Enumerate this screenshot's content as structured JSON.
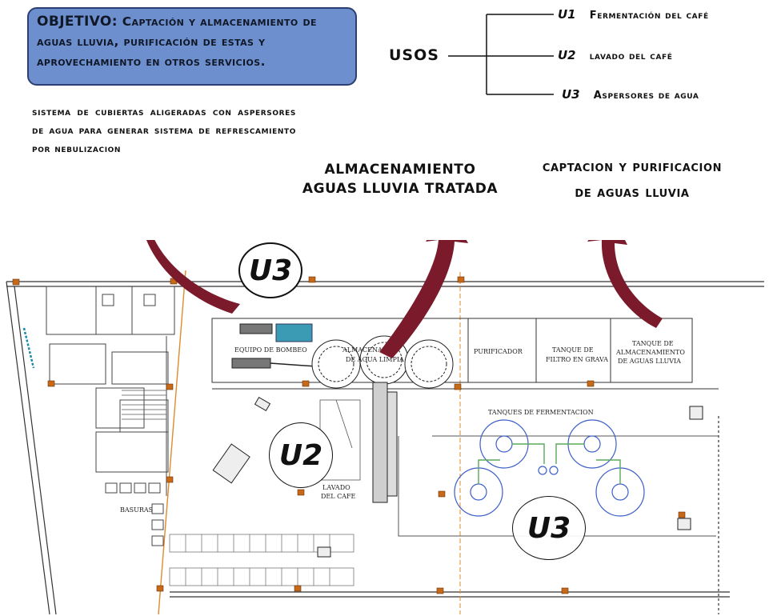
{
  "objective": {
    "key": "OBJETIVO:",
    "text": "Captación y almacenamiento de aguas lluvia, purificación de estas y aprovechamiento en otros servicios."
  },
  "usos": {
    "label": "USOS",
    "items": [
      {
        "code": "U1",
        "text": "Fermentación del café"
      },
      {
        "code": "U2",
        "text": "lavado del café"
      },
      {
        "code": "U3",
        "text": "Aspersores de agua"
      }
    ]
  },
  "annotations": {
    "sistema": "sistema de cubiertas aligeradas con aspersores de agua para generar sistema de refrescamiento por nebulizacion",
    "almacenamiento_line1": "ALMACENAMIENTO",
    "almacenamiento_line2": "AGUAS LLUVIA TRATADA",
    "captacion_line1": "captacion y purificacion",
    "captacion_line2": "de aguas lluvia"
  },
  "badges": {
    "u3_top": "U3",
    "u2": "U2",
    "u3_bottom": "U3"
  },
  "plan_labels": {
    "equipo": "EQUIPO DE BOMBEO",
    "almacenador_1": "ALMACENADOR",
    "almacenador_2": "DE AGUA LIMPIA",
    "purificador": "PURIFICADOR",
    "tanque_filtro_1": "TANQUE DE",
    "tanque_filtro_2": "FILTRO EN GRAVA",
    "tanque_alm_1": "TANQUE DE",
    "tanque_alm_2": "ALMACENAMIENTO",
    "tanque_alm_3": "DE AGUAS LLUVIA",
    "tanques_ferm": "TANQUES DE FERMENTACION",
    "lavado_1": "LAVADO",
    "lavado_2": "DEL CAFE",
    "basuras": "BASURAS"
  },
  "colors": {
    "objective_bg": "#6d8fce",
    "arrow": "#7a1a2a",
    "pipe_green": "#5aa85a",
    "tank_blue": "#3c5fc8",
    "orange_line": "#e08a2a",
    "pump_cyan": "#1a8aa8"
  }
}
